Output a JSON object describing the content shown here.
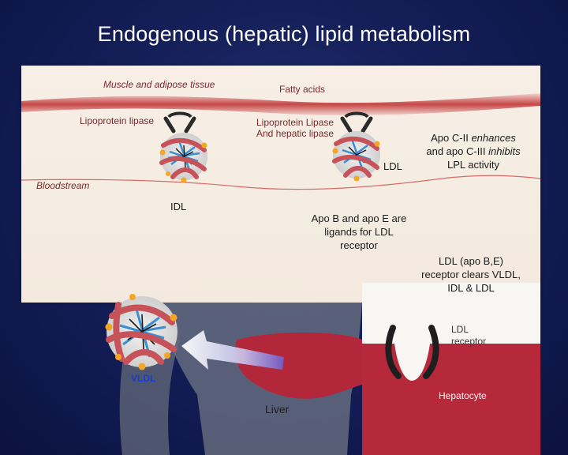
{
  "title": "Endogenous (hepatic) lipid metabolism",
  "labels": {
    "muscle_adipose": "Muscle and adipose tissue",
    "fatty_acids": "Fatty acids",
    "lipoprotein_lipase": "Lipoprotein lipase",
    "lpl_hepatic_line1": "Lipoprotein Lipase",
    "lpl_hepatic_line2": "And hepatic lipase",
    "ldl": "LDL",
    "bloodstream": "Bloodstream",
    "idl": "IDL",
    "apo_c_line1": "Apo C-II",
    "apo_c_enhances": "enhances",
    "apo_c_line2a": "and apo C-III",
    "apo_c_inhibits": "inhibits",
    "apo_c_line3": "LPL activity",
    "apo_b_line1": "Apo B and apo E are",
    "apo_b_line2": "ligands for LDL",
    "apo_b_line3": "receptor",
    "ldl_clear_line1": "LDL (apo B,E)",
    "ldl_clear_line2": "receptor clears VLDL,",
    "ldl_clear_line3": "IDL & LDL",
    "ldl_receptor_line1": "LDL",
    "ldl_receptor_line2": "receptor",
    "vldl": "VLDL",
    "hepatocyte": "Hepatocyte",
    "liver": "Liver"
  },
  "colors": {
    "background": "#15205a",
    "panel": "#f5ece1",
    "tissue_band": "#c84a4a",
    "liver": "#b2283a",
    "hepatocyte_label": "#c0202f",
    "vldl_label": "#1a3bd0",
    "ligand_text": "#7a2a2a"
  }
}
